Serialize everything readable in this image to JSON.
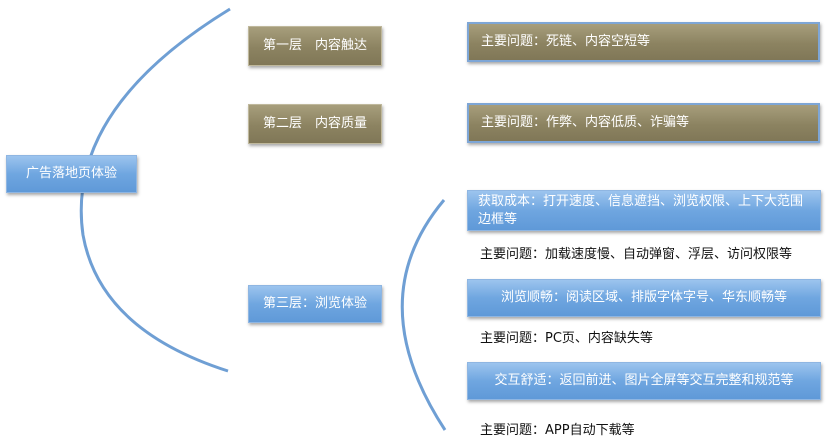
{
  "root": {
    "label": "广告落地页体验"
  },
  "layers": [
    {
      "label": "第一层　内容触达",
      "issue": "主要问题：死链、内容空短等"
    },
    {
      "label": "第二层　内容质量",
      "issue": "主要问题：作弊、内容低质、诈骗等"
    },
    {
      "label": "第三层：浏览体验",
      "items": [
        {
          "label": "获取成本：打开速度、信息遮挡、浏览权限、上下大范围边框等",
          "issue": "主要问题：加载速度慢、自动弹窗、浮层、访问权限等"
        },
        {
          "label": "浏览顺畅：阅读区域、排版字体字号、华东顺畅等",
          "issue": "主要问题：PC页、内容缺失等"
        },
        {
          "label": "交互舒适：返回前进、图片全屏等交互完整和规范等",
          "issue": "主要问题：APP自动下载等"
        }
      ]
    }
  ],
  "colors": {
    "blue": "#6fa6e0",
    "olive": "#8c8361",
    "bracket": "#6f9fd4"
  }
}
